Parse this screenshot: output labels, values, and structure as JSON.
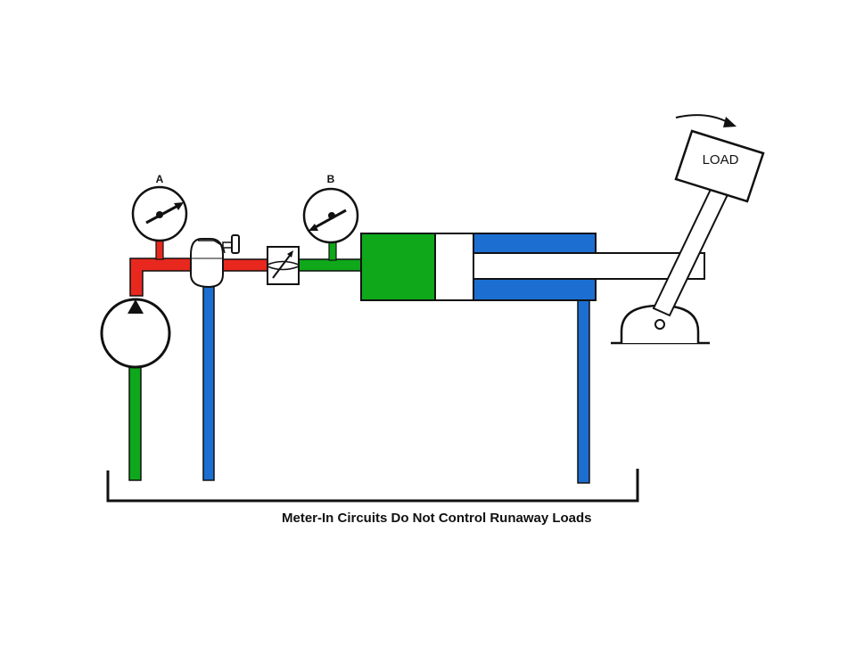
{
  "diagram": {
    "gauge_a_label": "A",
    "gauge_b_label": "B",
    "load_label": "LOAD",
    "caption": "Meter-In Circuits Do Not Control Runaway Loads"
  },
  "colors": {
    "pressure_line": "#e8281e",
    "controlled_flow_line": "#0ea81a",
    "return_line": "#1c6fd1",
    "outline": "#111111"
  }
}
